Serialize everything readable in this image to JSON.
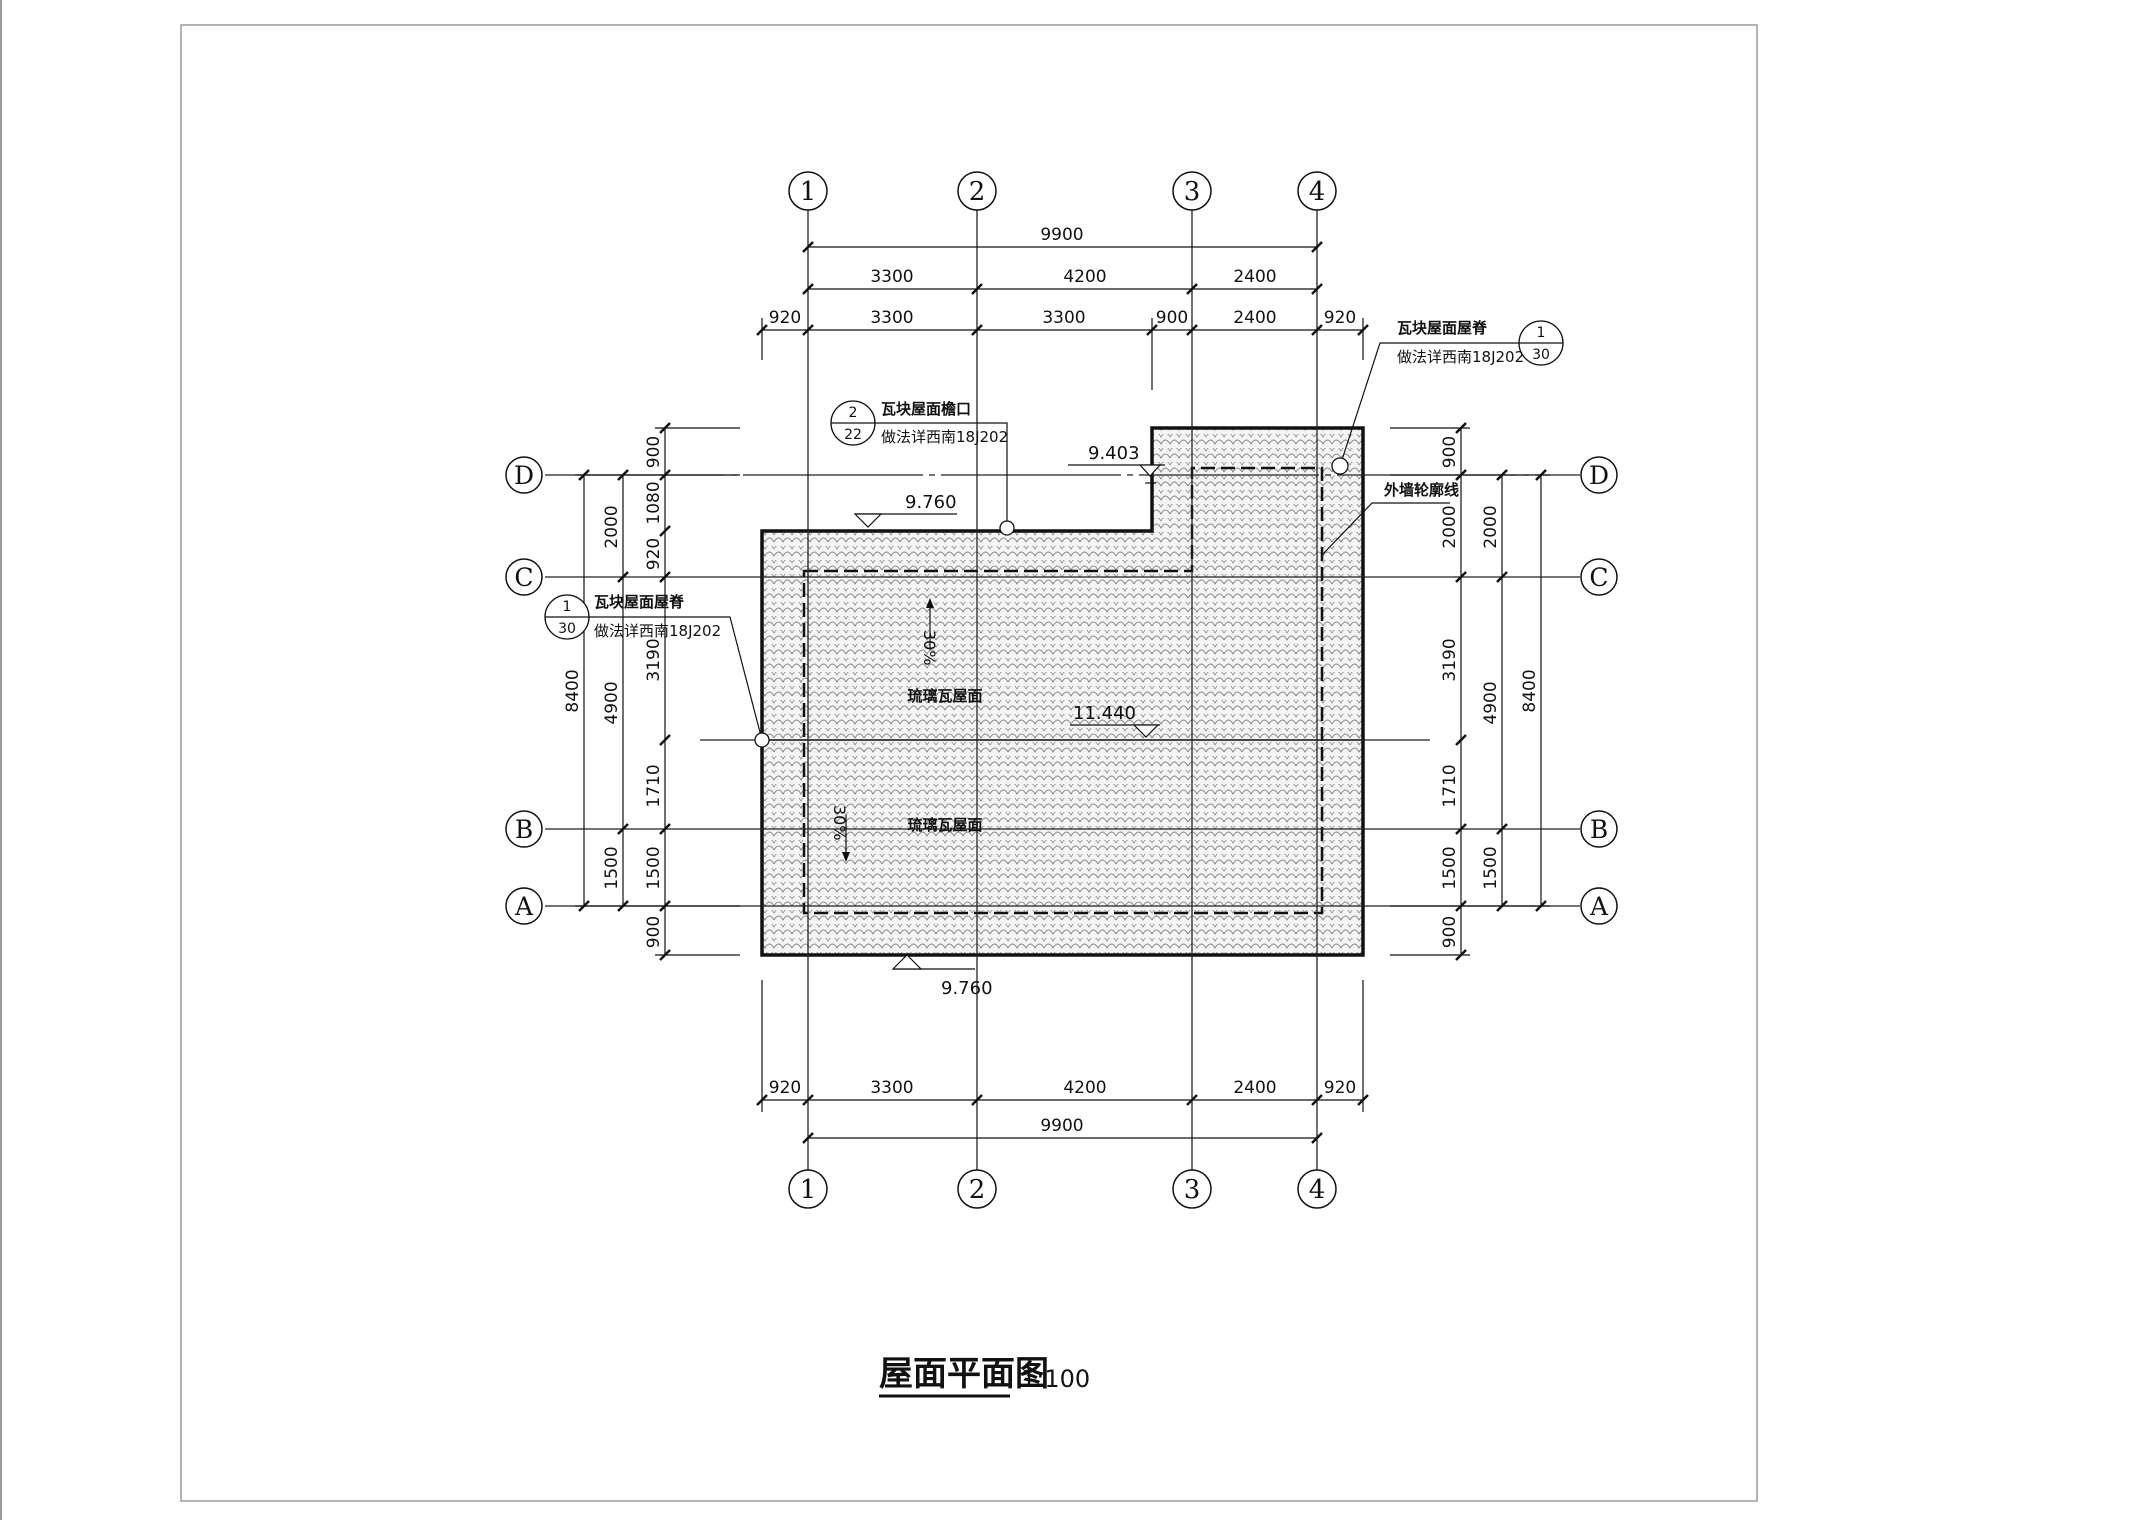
{
  "title": {
    "name": "屋面平面图",
    "scale": "1:100"
  },
  "axes": {
    "numbered": [
      "1",
      "2",
      "3",
      "4"
    ],
    "lettered": [
      "D",
      "C",
      "B",
      "A"
    ]
  },
  "dims_top": {
    "overall": "9900",
    "row2": [
      "3300",
      "4200",
      "2400"
    ],
    "row3": [
      "920",
      "3300",
      "3300",
      "900",
      "2400",
      "920"
    ]
  },
  "dims_bottom": {
    "row1": [
      "920",
      "3300",
      "4200",
      "2400",
      "920"
    ],
    "overall": "9900"
  },
  "dims_left": {
    "overall": "8400",
    "axis": [
      "2000",
      "4900",
      "1500"
    ],
    "detail": [
      "900",
      "1080",
      "920",
      "3190",
      "1710",
      "1500",
      "900"
    ]
  },
  "dims_right": {
    "detail": [
      "900",
      "2000",
      "3190",
      "1710",
      "1500",
      "900"
    ],
    "axis": [
      "2000",
      "4900",
      "1500"
    ],
    "overall": "8400"
  },
  "elevations": {
    "el_9403": "9.403",
    "el_9760_top": "9.760",
    "el_11440": "11.440",
    "el_9760_bottom": "9.760"
  },
  "callouts": {
    "ridge_left": {
      "num": "1",
      "sheet": "30",
      "line1": "瓦块屋面屋脊",
      "line2": "做法详西南18J202"
    },
    "eave": {
      "num": "2",
      "sheet": "22",
      "line1": "瓦块屋面檐口",
      "line2": "做法详西南18J202"
    },
    "ridge_right": {
      "num": "1",
      "sheet": "30",
      "line1": "瓦块屋面屋脊",
      "line2": "做法详西南18J202"
    },
    "wall_outline": "外墙轮廓线"
  },
  "roof": {
    "label_upper": "琉璃瓦屋面",
    "label_lower": "琉璃瓦屋面",
    "slope_upper": "30%",
    "slope_lower": "30%"
  },
  "colors": {
    "line": "#111111",
    "tile": "#cfcfcf",
    "frame": "#9a9a9a"
  }
}
